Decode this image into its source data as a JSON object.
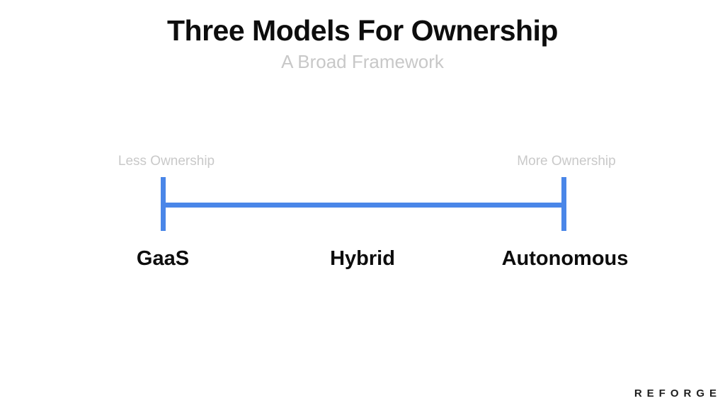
{
  "slide": {
    "title": "Three Models For Ownership",
    "subtitle": "A Broad Framework"
  },
  "spectrum": {
    "left_label": "Less Ownership",
    "right_label": "More Ownership",
    "line_color": "#4a86e8",
    "models": [
      {
        "label": "GaaS"
      },
      {
        "label": "Hybrid"
      },
      {
        "label": "Autonomous"
      }
    ]
  },
  "footer": {
    "brand": "REFORGE"
  }
}
